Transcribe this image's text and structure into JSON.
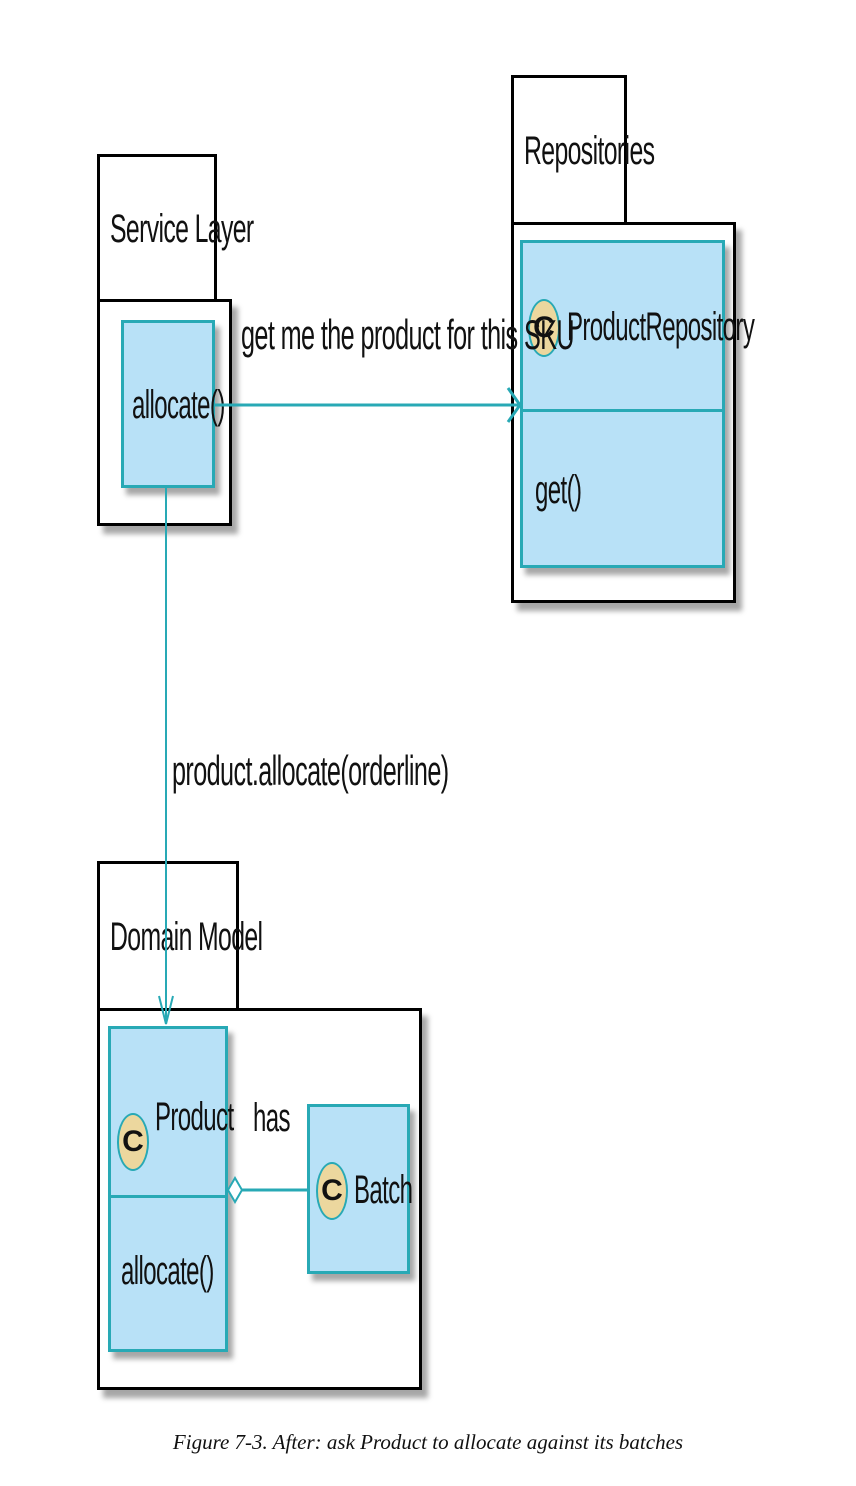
{
  "packages": {
    "service_layer": {
      "title": "Service Layer"
    },
    "repositories": {
      "title": "Repositories"
    },
    "domain_model": {
      "title": "Domain Model"
    }
  },
  "classes": {
    "allocate_box": {
      "method": "allocate()"
    },
    "product_repository": {
      "stereotype": "C",
      "name": "ProductRepository",
      "method": "get()"
    },
    "product": {
      "stereotype": "C",
      "name": "Product",
      "method": "allocate()"
    },
    "batch": {
      "stereotype": "C",
      "name": "Batch"
    }
  },
  "edges": {
    "to_repository": "get me the product for this SKU",
    "to_domain": "product.allocate(orderline)",
    "has": "has"
  },
  "caption": "Figure 7-3. After: ask Product to allocate against its batches",
  "colors": {
    "class_fill": "#b8e1f7",
    "class_border": "#28a9b5",
    "badge_fill": "#ecd79e",
    "package_border": "#000000"
  }
}
